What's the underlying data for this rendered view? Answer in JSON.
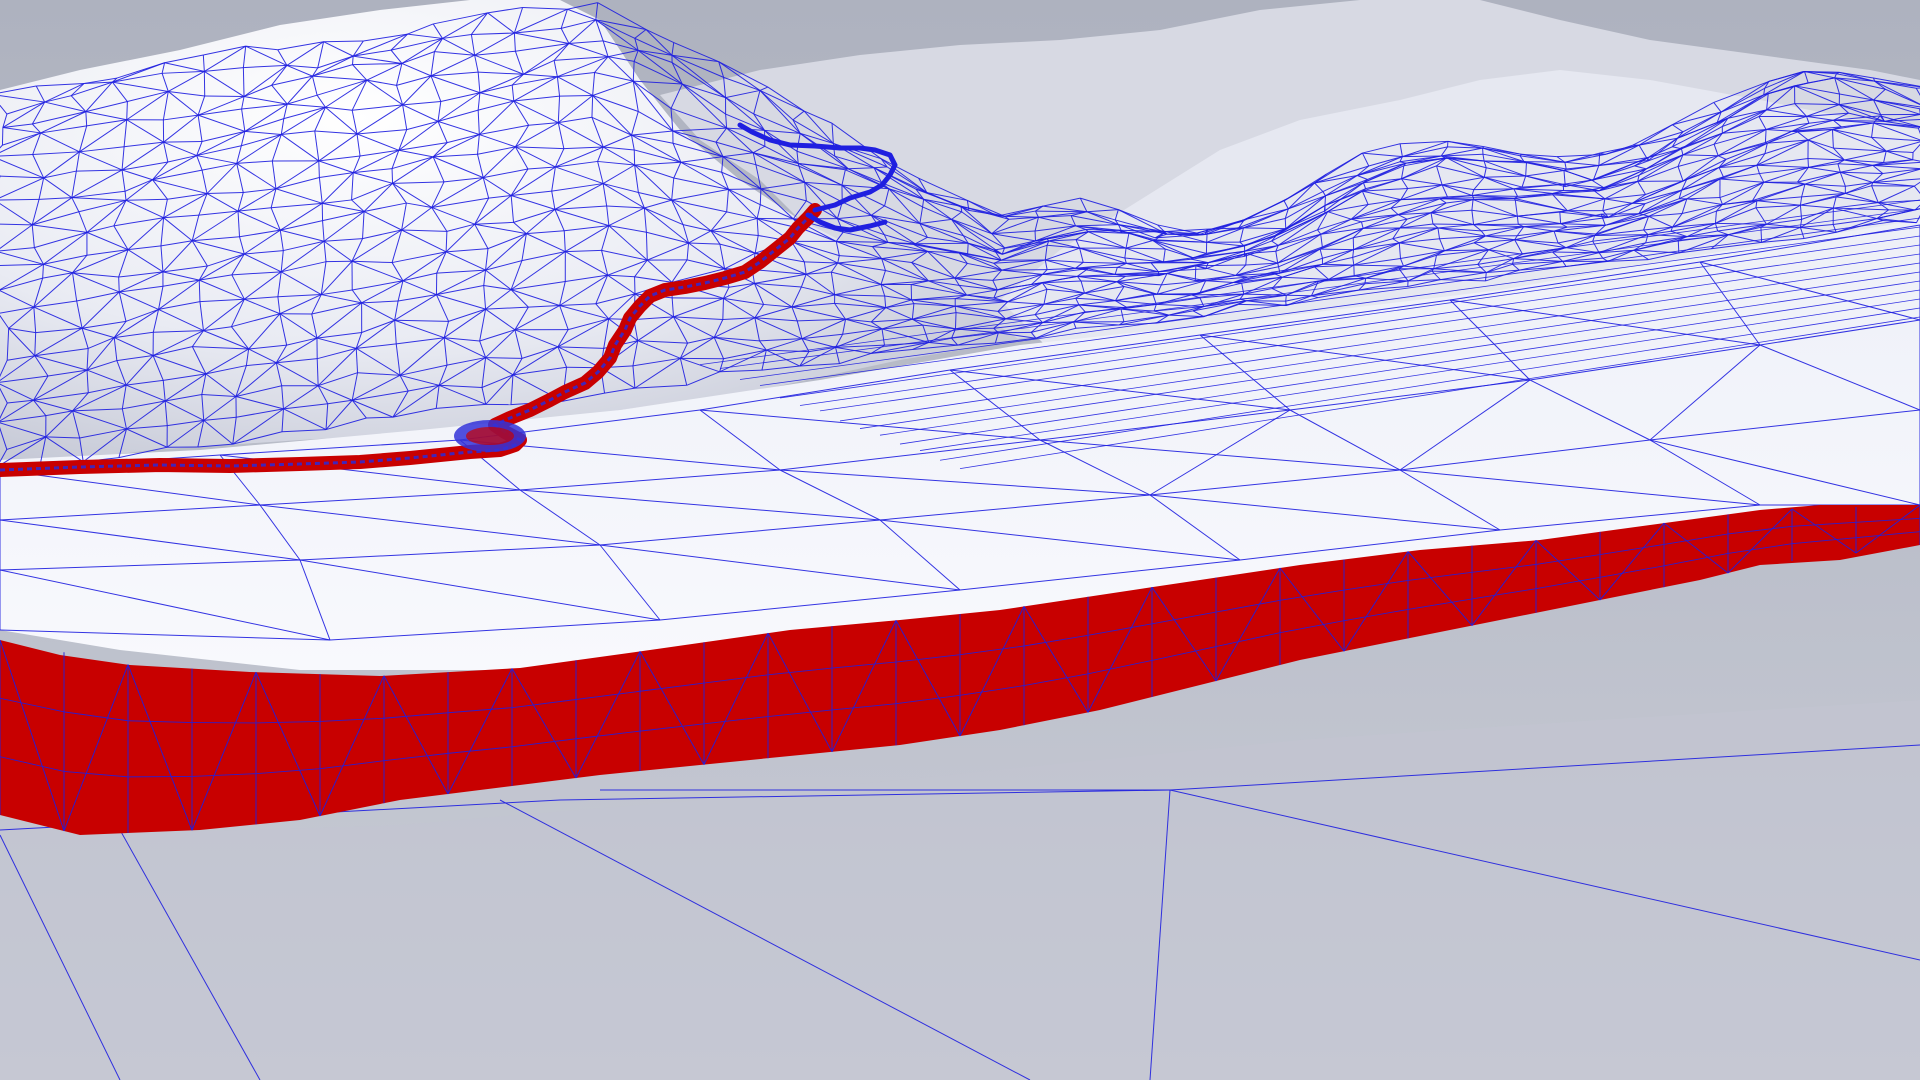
{
  "scene": {
    "description_free": true,
    "colors": {
      "background_top": "#aeb2bf",
      "background_bottom": "#c9ccd6",
      "terrain_fill_light": "#f4f5fb",
      "terrain_fill_shade": "#c8cad6",
      "wireframe": "#1f1fe0",
      "river_fill": "#c80000",
      "river_edge": "#2a2ad8"
    },
    "elements": {
      "viewport": "3d-terrain-viewport",
      "terrain": "terrain-mesh",
      "river_channel": "river-channel-mesh",
      "foreground_channel": "foreground-channel-band"
    }
  }
}
